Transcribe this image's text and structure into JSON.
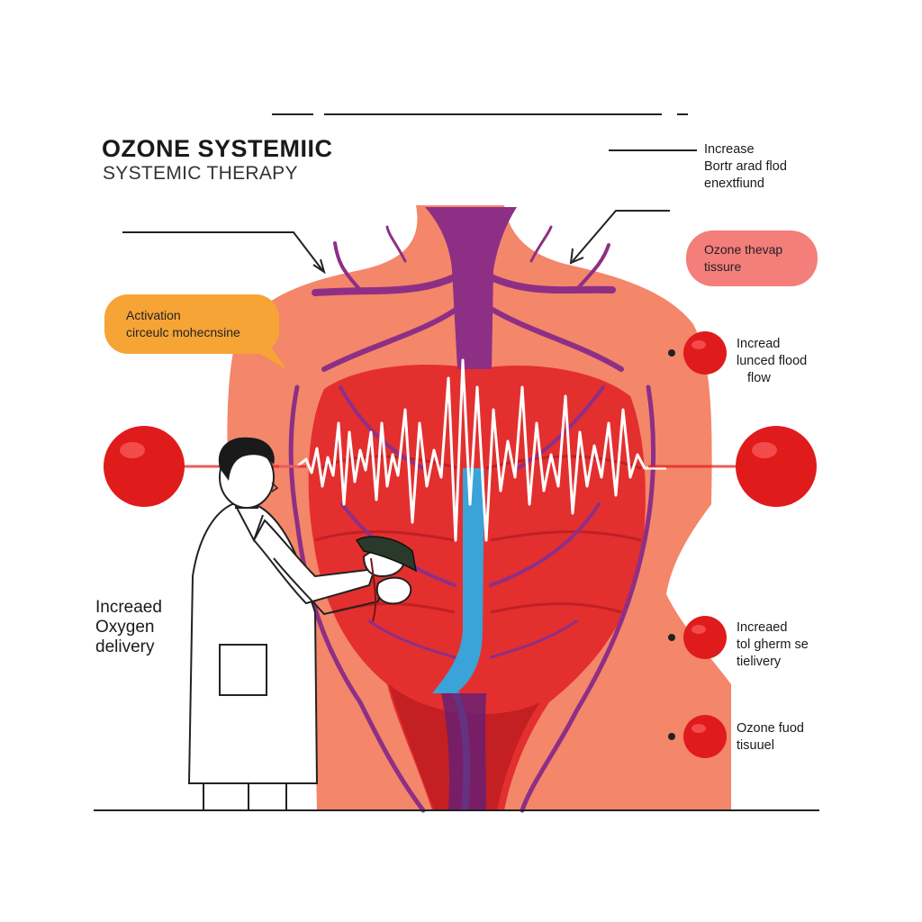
{
  "title": "OZONE SYSTEMIIC",
  "subtitle": "SYSTEMIC THERAPY",
  "labels": {
    "top_right": [
      "Increase",
      "Bortr arad flod",
      "enextfiund"
    ],
    "pink_bubble": [
      "Ozone thevap",
      "tissure"
    ],
    "orange_bubble": [
      "Activation",
      "circeulc mohecnsine"
    ],
    "right_1": [
      "Incread",
      "lunced flood",
      "flow"
    ],
    "left": [
      "Increaed",
      "Oxygen",
      "delivery"
    ],
    "right_2": [
      "Increaed",
      "tol gherm se",
      "tielivery"
    ],
    "right_3": [
      "Ozone fuod",
      "tisuuel"
    ]
  },
  "colors": {
    "skin": "#f4866a",
    "heart": "#e42f2f",
    "heart_dark": "#c41f23",
    "vessel": "#8e2f86",
    "vein": "#3aa3d8",
    "orange_bubble": "#f6a436",
    "pink_bubble": "#f47e7a",
    "blood_cell": "#e01b1b"
  }
}
